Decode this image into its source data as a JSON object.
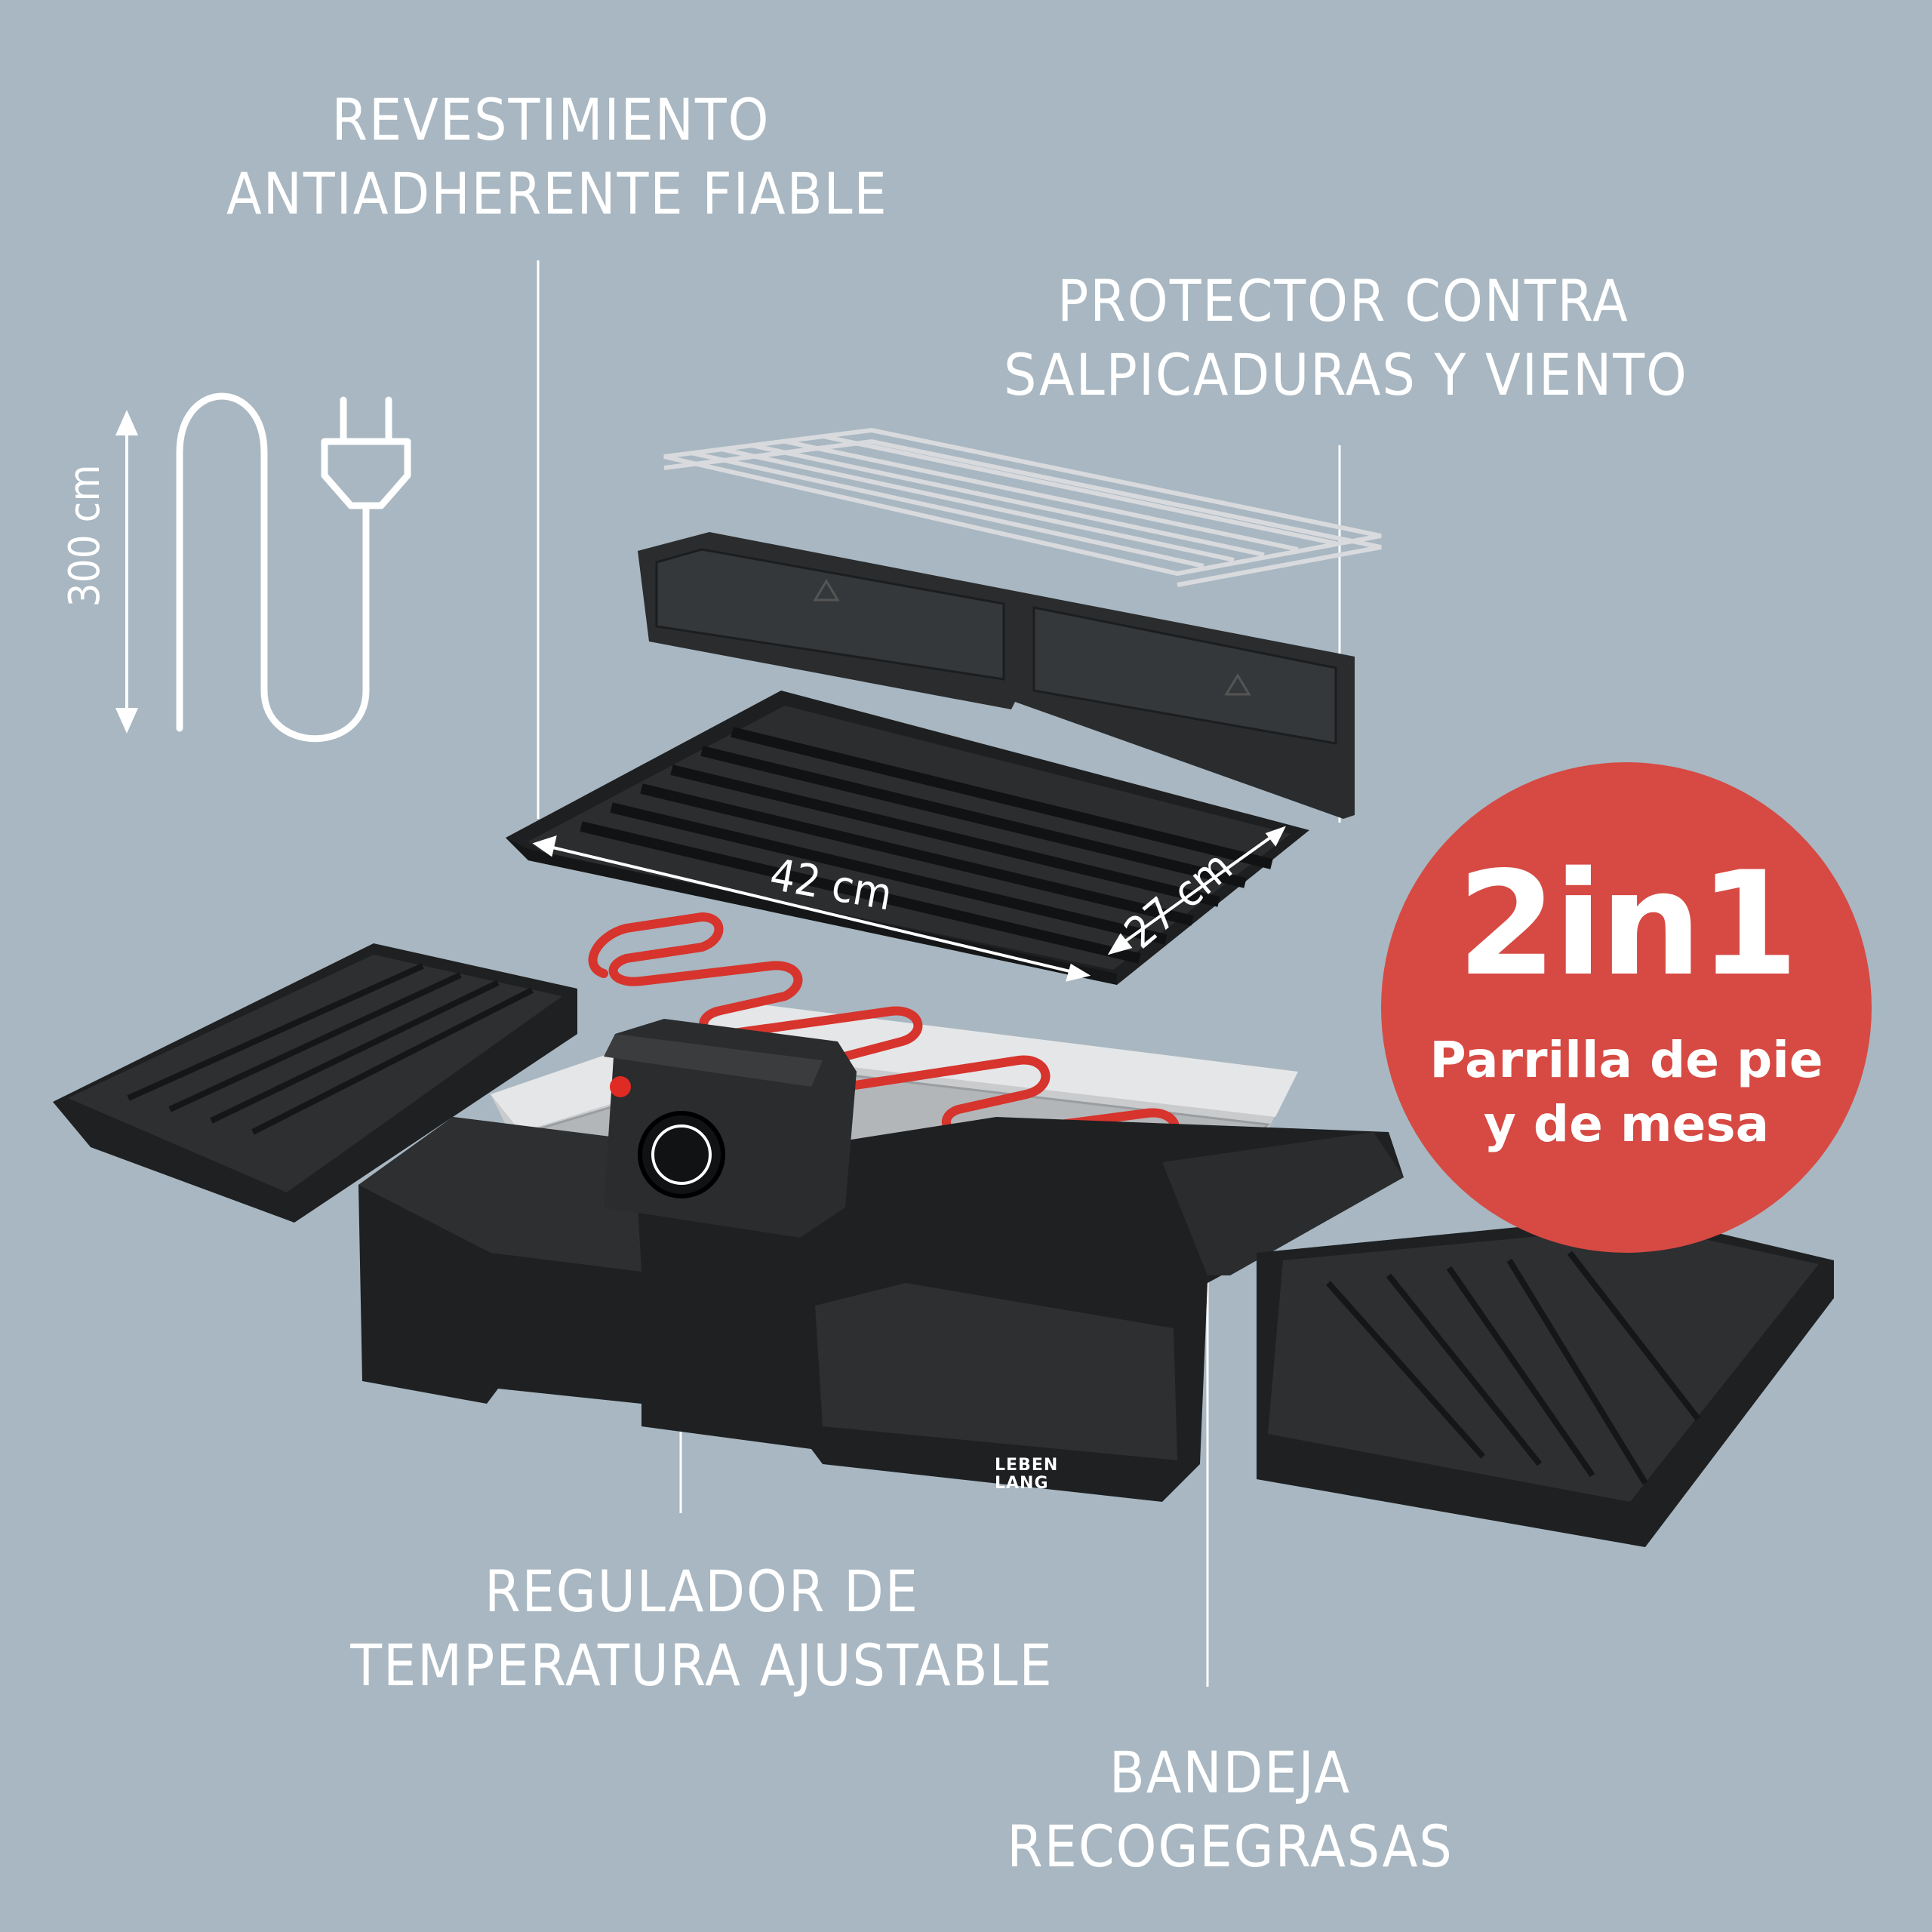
{
  "callouts": {
    "coating": [
      "REVESTIMIENTO",
      "ANTIADHERENTE FIABLE"
    ],
    "shield": [
      "PROTECTOR CONTRA",
      "SALPICADURAS Y VIENTO"
    ],
    "regulator": [
      "REGULADOR DE",
      "TEMPERATURA AJUSTABLE"
    ],
    "tray": [
      "BANDEJA",
      "RECOGEGRASAS"
    ]
  },
  "badge": {
    "title": "2in1",
    "line1": "Parrilla de pie",
    "line2": "y de mesa",
    "color": "#d64a43"
  },
  "cord": {
    "length_label": "300 cm",
    "icon": "power-plug-icon"
  },
  "dimensions": {
    "width_label": "42 cm",
    "depth_label": "27 cm"
  },
  "brand": {
    "line1": "LEBEN",
    "line2": "LANG"
  },
  "colors": {
    "background": "#a8b7c1",
    "text": "#ffffff",
    "heating_element": "#d6342c"
  }
}
